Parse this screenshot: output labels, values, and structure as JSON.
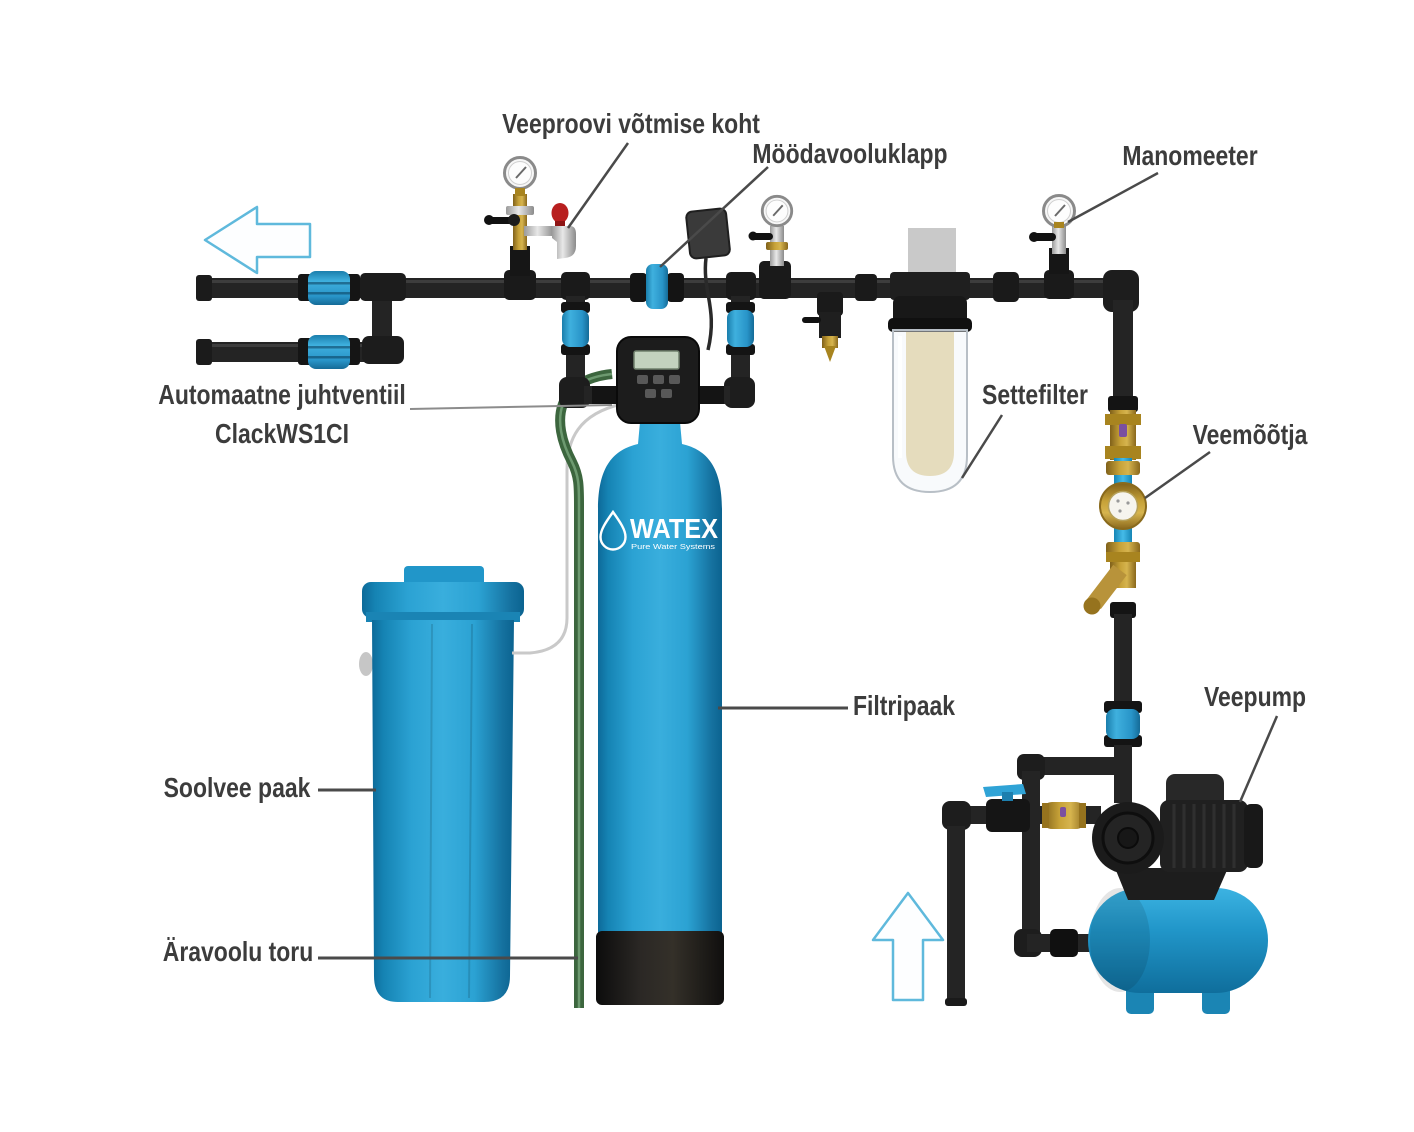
{
  "labels": {
    "sampling": "Veeproovi võtmise koht",
    "bypass": "Möödavooluklapp",
    "gauge": "Manomeeter",
    "valve_line1": "Automaatne juhtventiil",
    "valve_line2": "ClackWS1CI",
    "sediment": "Settefilter",
    "meter": "Veemõõtja",
    "tank": "Filtripaak",
    "brine": "Soolvee paak",
    "drain": "Äravoolu toru",
    "pump": "Veepump"
  },
  "logo": {
    "brand": "WATEX",
    "tagline": "Pure Water Systems"
  },
  "colors": {
    "pipe": "#242424",
    "tank_blue": "#2ba2d3",
    "union_blue": "#2f9ed2",
    "arrow_outline": "#5fb9dc",
    "brass": "#c7a238",
    "label_text": "#3c3c3c"
  }
}
